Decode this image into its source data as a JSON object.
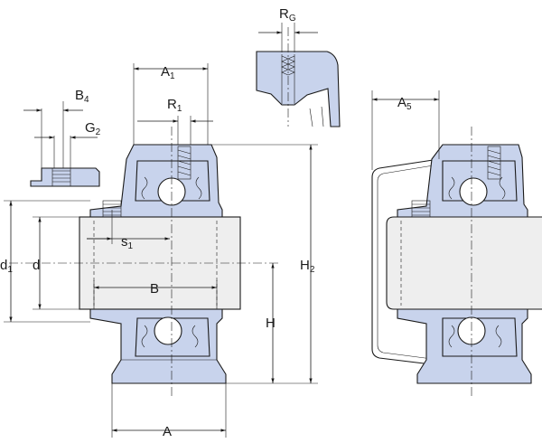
{
  "colors": {
    "housing_fill": "#c8d3ec",
    "shaft_fill": "#eeeeee",
    "ball_fill": "#ffffff",
    "line": "#1a1a1a"
  },
  "labels": {
    "rg_main": "R",
    "rg_sub": "G",
    "a1_main": "A",
    "a1_sub": "1",
    "r1_main": "R",
    "r1_sub": "1",
    "b4_main": "B",
    "b4_sub": "4",
    "g2_main": "G",
    "g2_sub": "2",
    "s1_main": "s",
    "s1_sub": "1",
    "d1_main": "d",
    "d1_sub": "1",
    "d": "d",
    "b": "B",
    "h2_main": "H",
    "h2_sub": "2",
    "h": "H",
    "a": "A",
    "a5_main": "A",
    "a5_sub": "5"
  }
}
